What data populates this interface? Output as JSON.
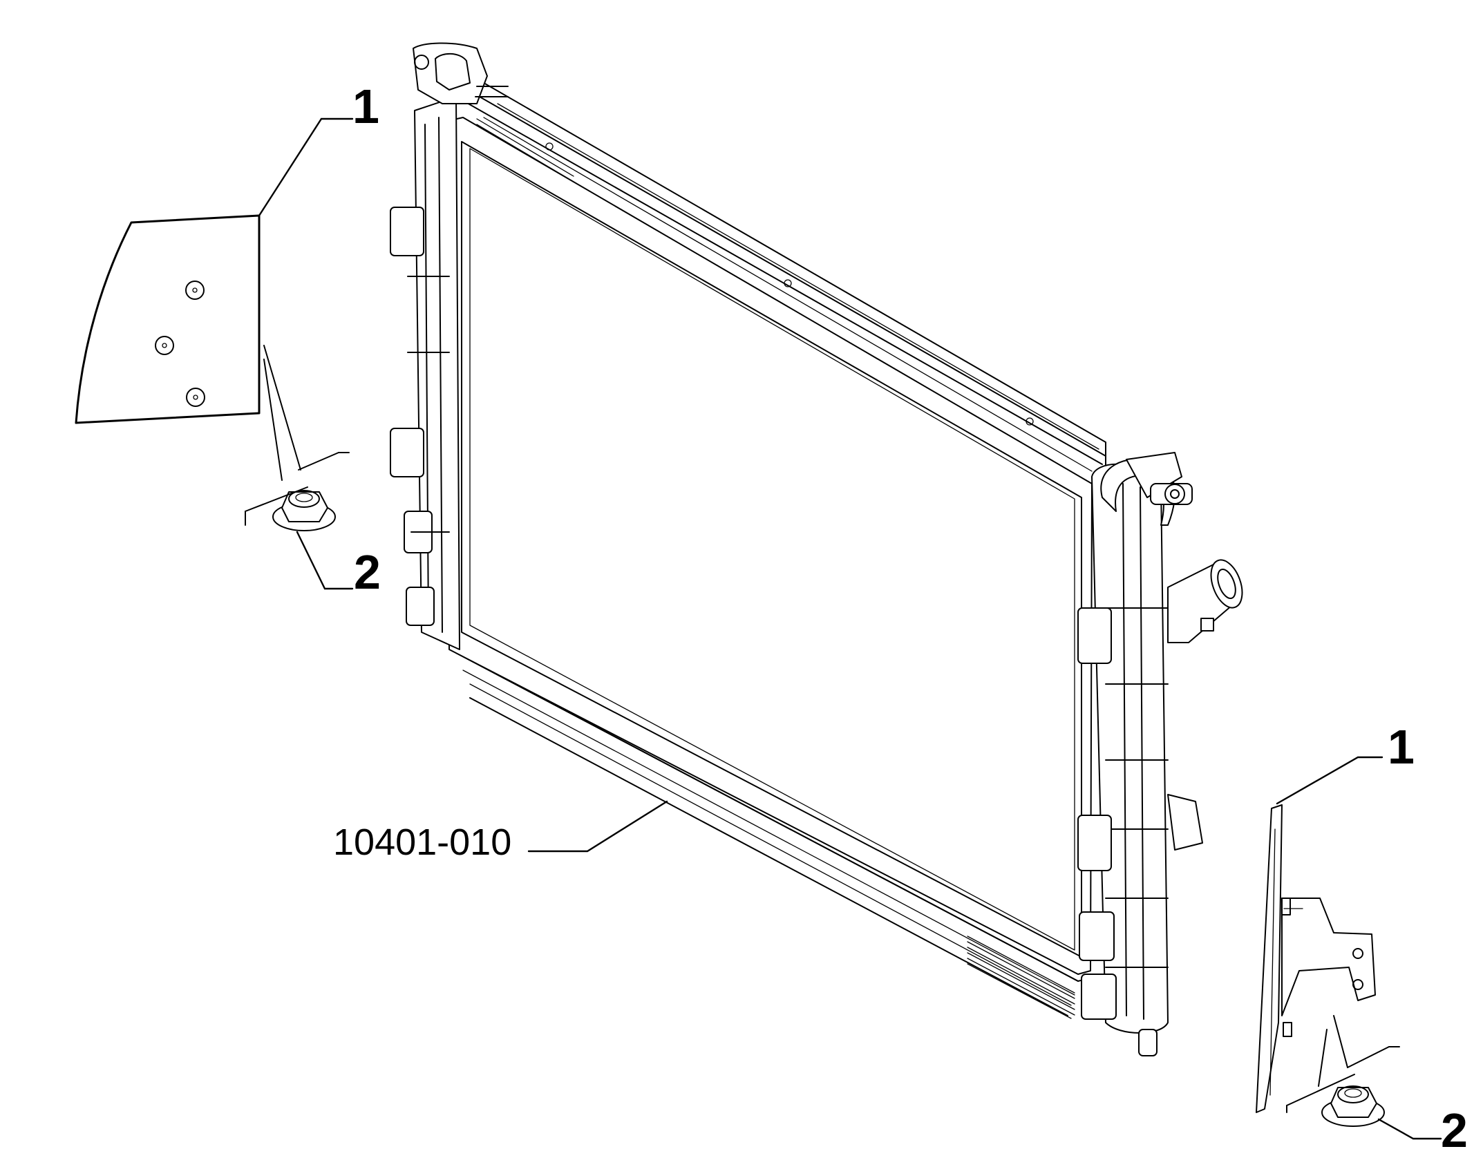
{
  "callouts": {
    "top_left_part": "1",
    "top_left_nut": "2",
    "bottom_right_part": "1",
    "bottom_right_nut": "2",
    "radiator_ref": "10401-010"
  }
}
